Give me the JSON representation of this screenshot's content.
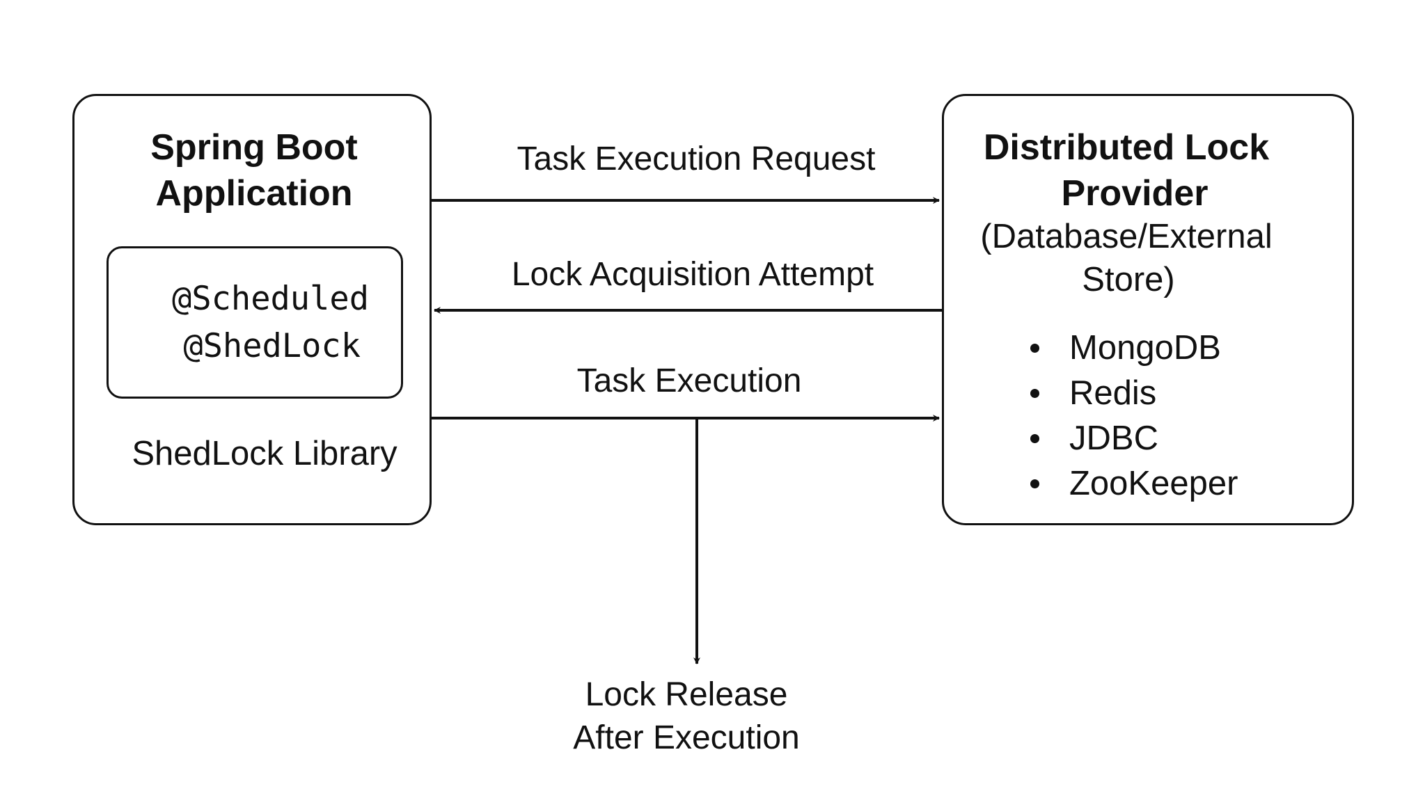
{
  "spring_app": {
    "title_line1": "Spring Boot",
    "title_line2": "Application",
    "annotations": [
      "@Scheduled",
      "@ShedLock"
    ],
    "library_label": "ShedLock Library"
  },
  "lock_provider": {
    "title_line1": "Distributed Lock",
    "title_line2": "Provider",
    "subtitle_line1": "(Database/External",
    "subtitle_line2": "Store)",
    "backends": [
      "MongoDB",
      "Redis",
      "JDBC",
      "ZooKeeper"
    ]
  },
  "flows": {
    "request": "Task Execution Request",
    "acquisition": "Lock Acquisition Attempt",
    "execution": "Task Execution",
    "release_line1": "Lock Release",
    "release_line2": "After Execution"
  }
}
